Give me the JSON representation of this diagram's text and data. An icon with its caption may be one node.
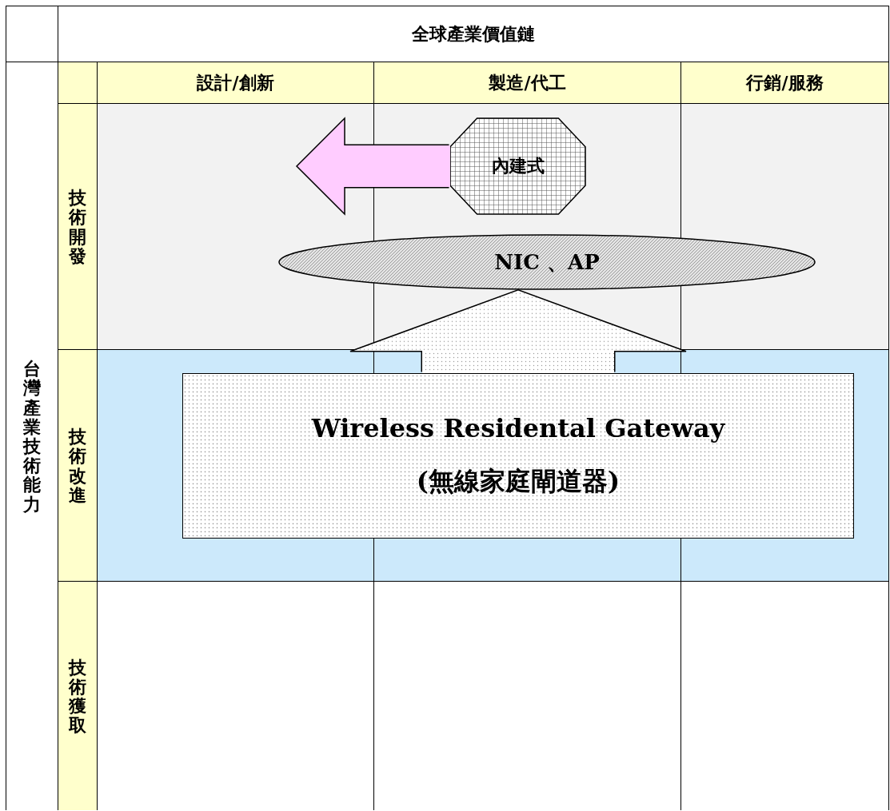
{
  "diagram": {
    "nodes": [
      {
        "text": [
          "內建式"
        ]
      },
      {
        "text": [
          "NIC 、AP"
        ]
      },
      {
        "text": [
          "Wireless Residental Gateway",
          "(無線家庭閘道器)"
        ]
      },
      {
        "text": [],
        "shape": "box"
      }
    ],
    "edges": [
      {
        "from": 0,
        "to": 3,
        "arrow": "to",
        "color": "#ffccff"
      },
      {
        "from": 2,
        "to": 1,
        "arrow": "to"
      }
    ],
    "labels": [
      "全球產業價值鏈",
      "設計/創新",
      "製造/代工",
      "行銷/服務",
      "台灣產業技術能力",
      "技術開發",
      "技術改進",
      "技術獲取"
    ]
  }
}
